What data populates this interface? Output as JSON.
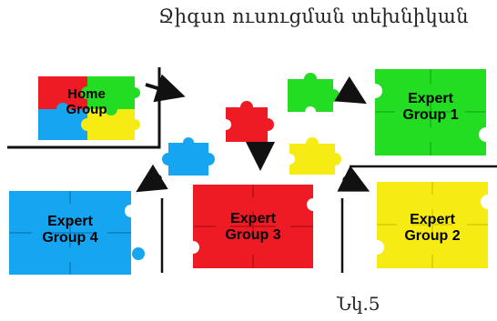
{
  "title": "Ջիգսո ուսուցման տեխնիկան",
  "caption": "Նկ.5",
  "groups": {
    "home": "Home\nGroup",
    "expert1": "Expert\nGroup 1",
    "expert2": "Expert\nGroup 2",
    "expert3": "Expert\nGroup 3",
    "expert4": "Expert\nGroup 4"
  },
  "colors": {
    "red": "#ee1b24",
    "green": "#22dd22",
    "blue": "#16a5f0",
    "yellow": "#f6ec14"
  }
}
